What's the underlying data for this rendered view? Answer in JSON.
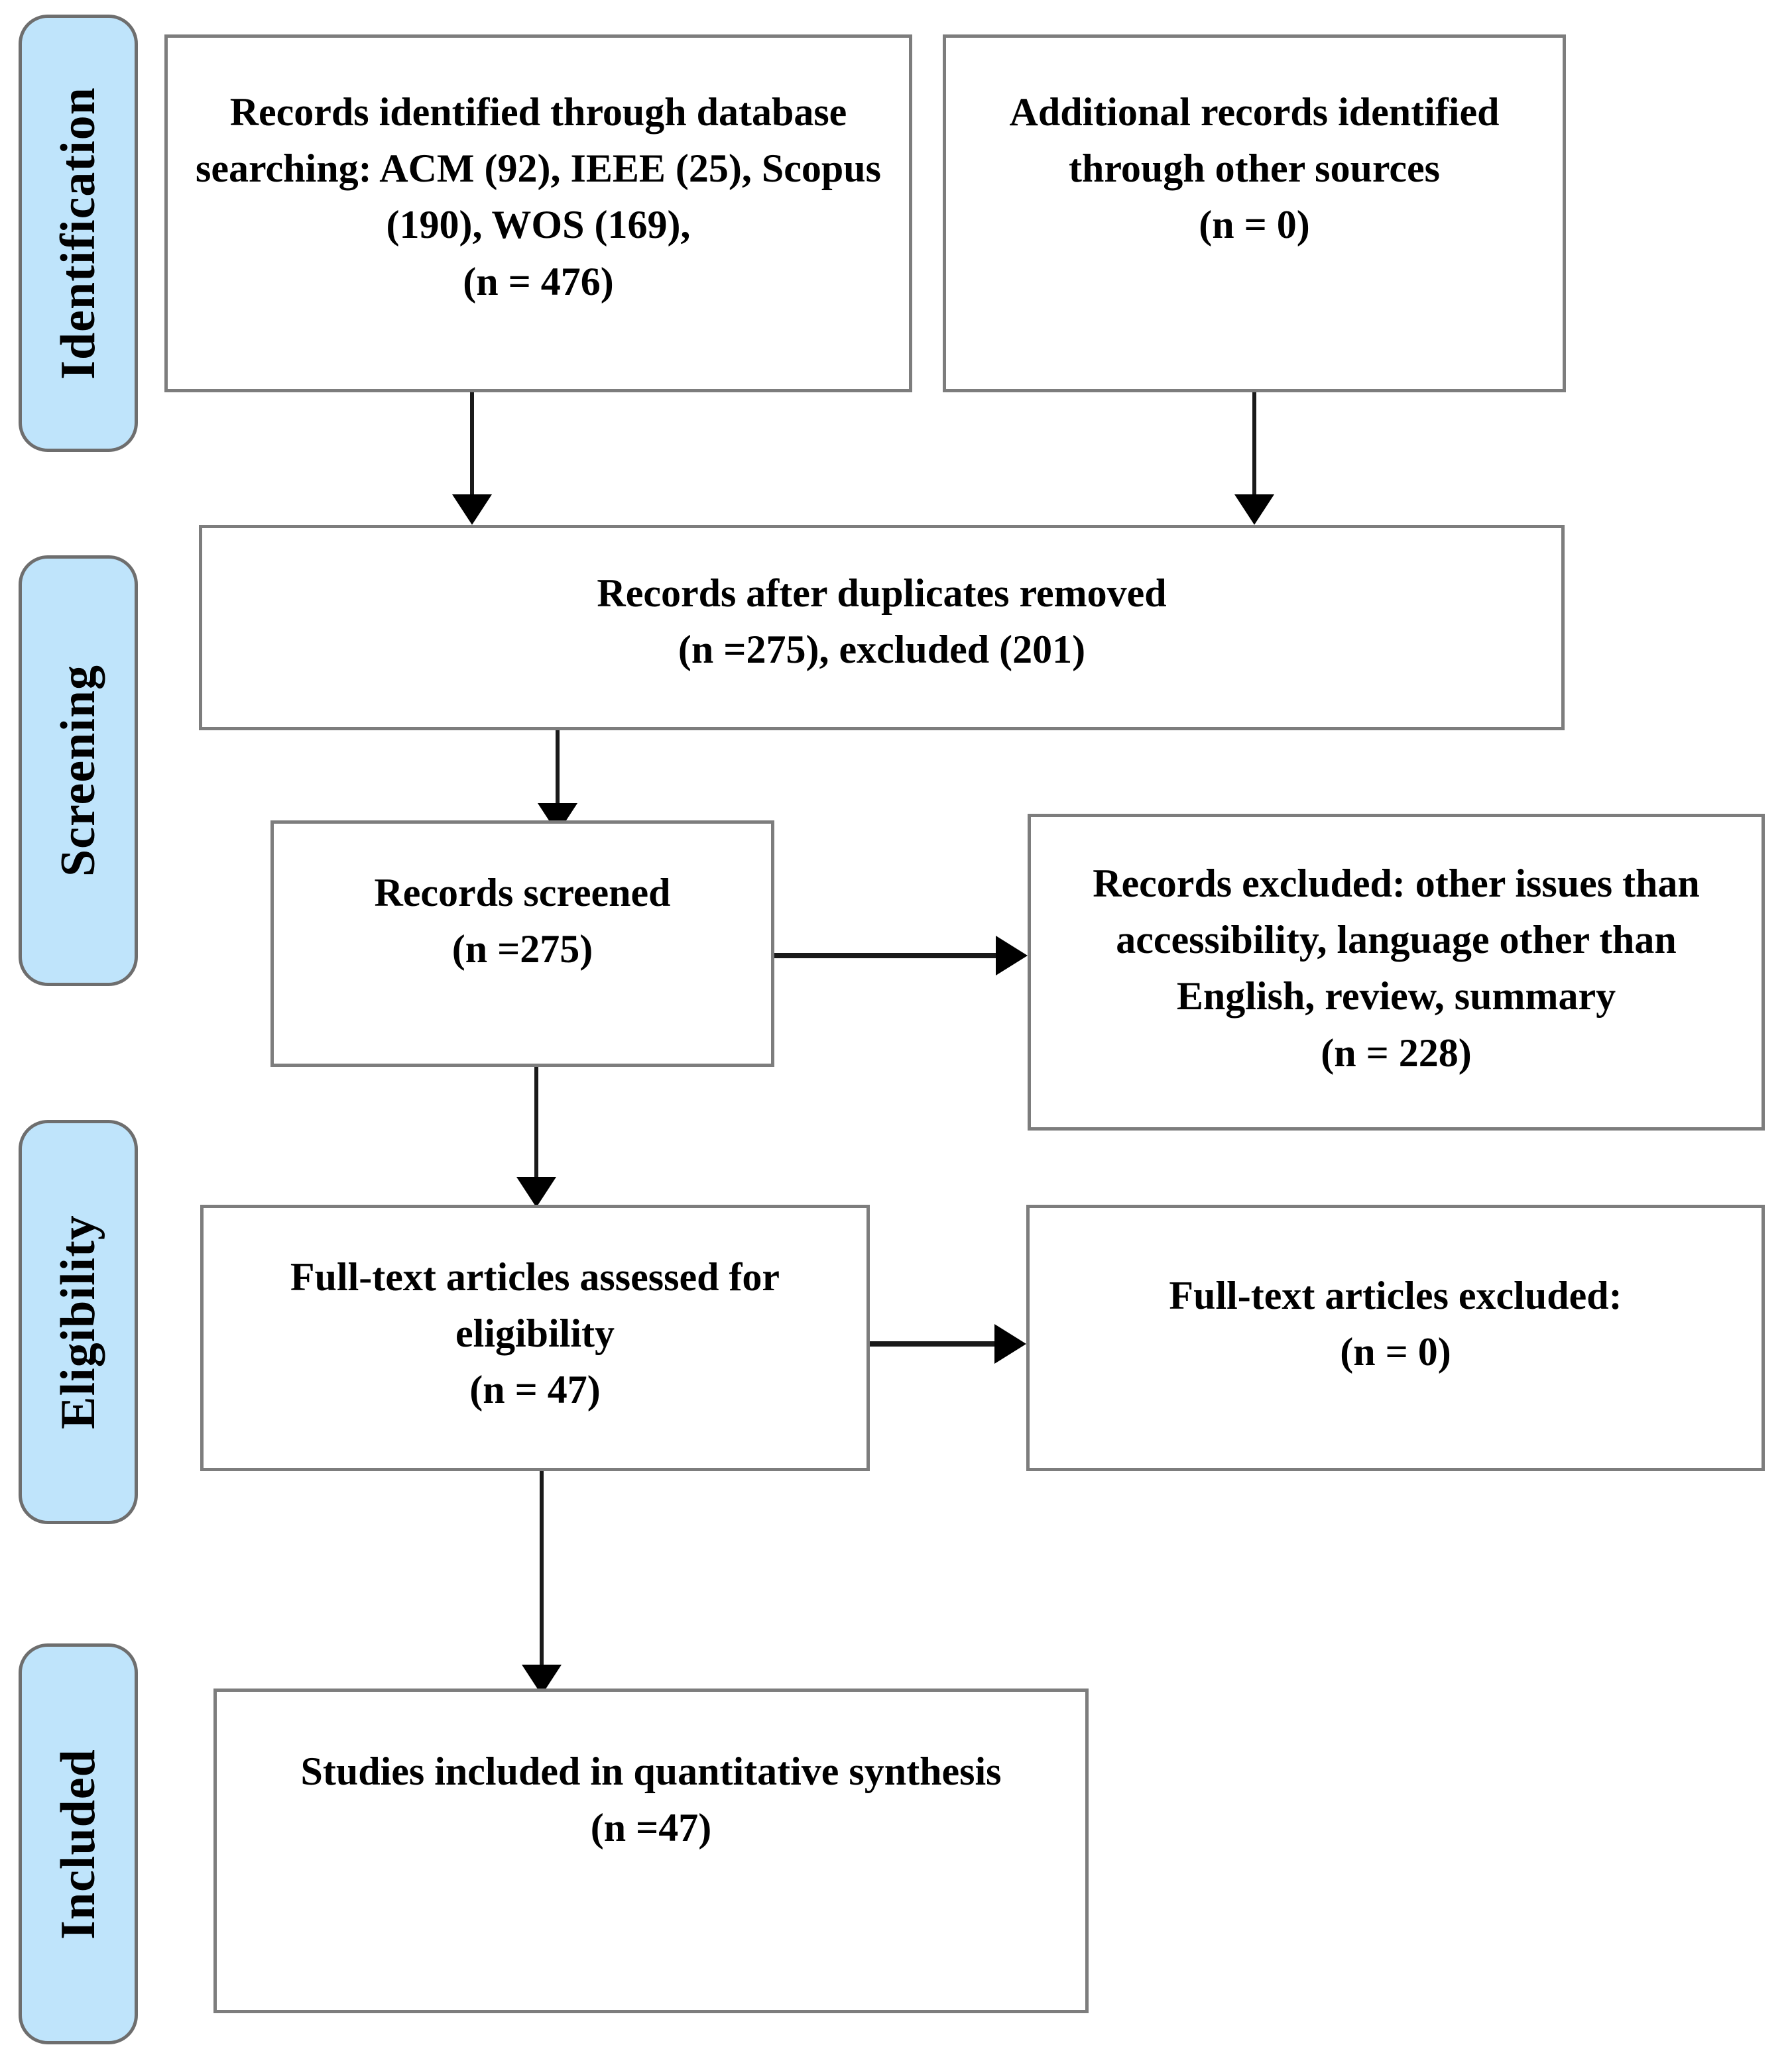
{
  "diagram": {
    "title": "PRISMA flow diagram",
    "colors": {
      "stage_pill_fill": "#bfe4fb",
      "stage_pill_border": "#6e6e6e",
      "box_border": "#7d7d7d",
      "box_fill": "#ffffff",
      "connector": "#000000",
      "text": "#000000"
    }
  },
  "stages": [
    {
      "id": "identification",
      "label": "Identification"
    },
    {
      "id": "screening",
      "label": "Screening"
    },
    {
      "id": "eligibility",
      "label": "Eligibility"
    },
    {
      "id": "included",
      "label": "Included"
    }
  ],
  "boxes": {
    "records_identified": {
      "text": "Records identified through database searching: ACM (92), IEEE (25), Scopus (190), WOS (169),\n(n = 476)"
    },
    "additional_records": {
      "text": "Additional records identified through other sources\n(n = 0)"
    },
    "duplicates_removed": {
      "text": "Records after duplicates removed\n(n =275), excluded (201)"
    },
    "records_screened": {
      "text": "Records screened\n(n =275)"
    },
    "records_excluded": {
      "text": "Records excluded: other issues than accessibility, language other than English, review, summary\n(n = 228)"
    },
    "fulltext_assessed": {
      "text": "Full-text articles assessed for eligibility\n(n = 47)"
    },
    "fulltext_excluded": {
      "text": "Full-text articles excluded:\n(n = 0)"
    },
    "studies_included": {
      "text": "Studies included in quantitative synthesis\n(n =47)"
    }
  },
  "counts": {
    "acm": 92,
    "ieee": 25,
    "scopus": 190,
    "wos": 169,
    "identified_total": 476,
    "additional_sources": 0,
    "after_duplicates": 275,
    "duplicates_excluded": 201,
    "screened": 275,
    "screen_excluded": 228,
    "fulltext_assessed": 47,
    "fulltext_excluded": 0,
    "included": 47
  }
}
